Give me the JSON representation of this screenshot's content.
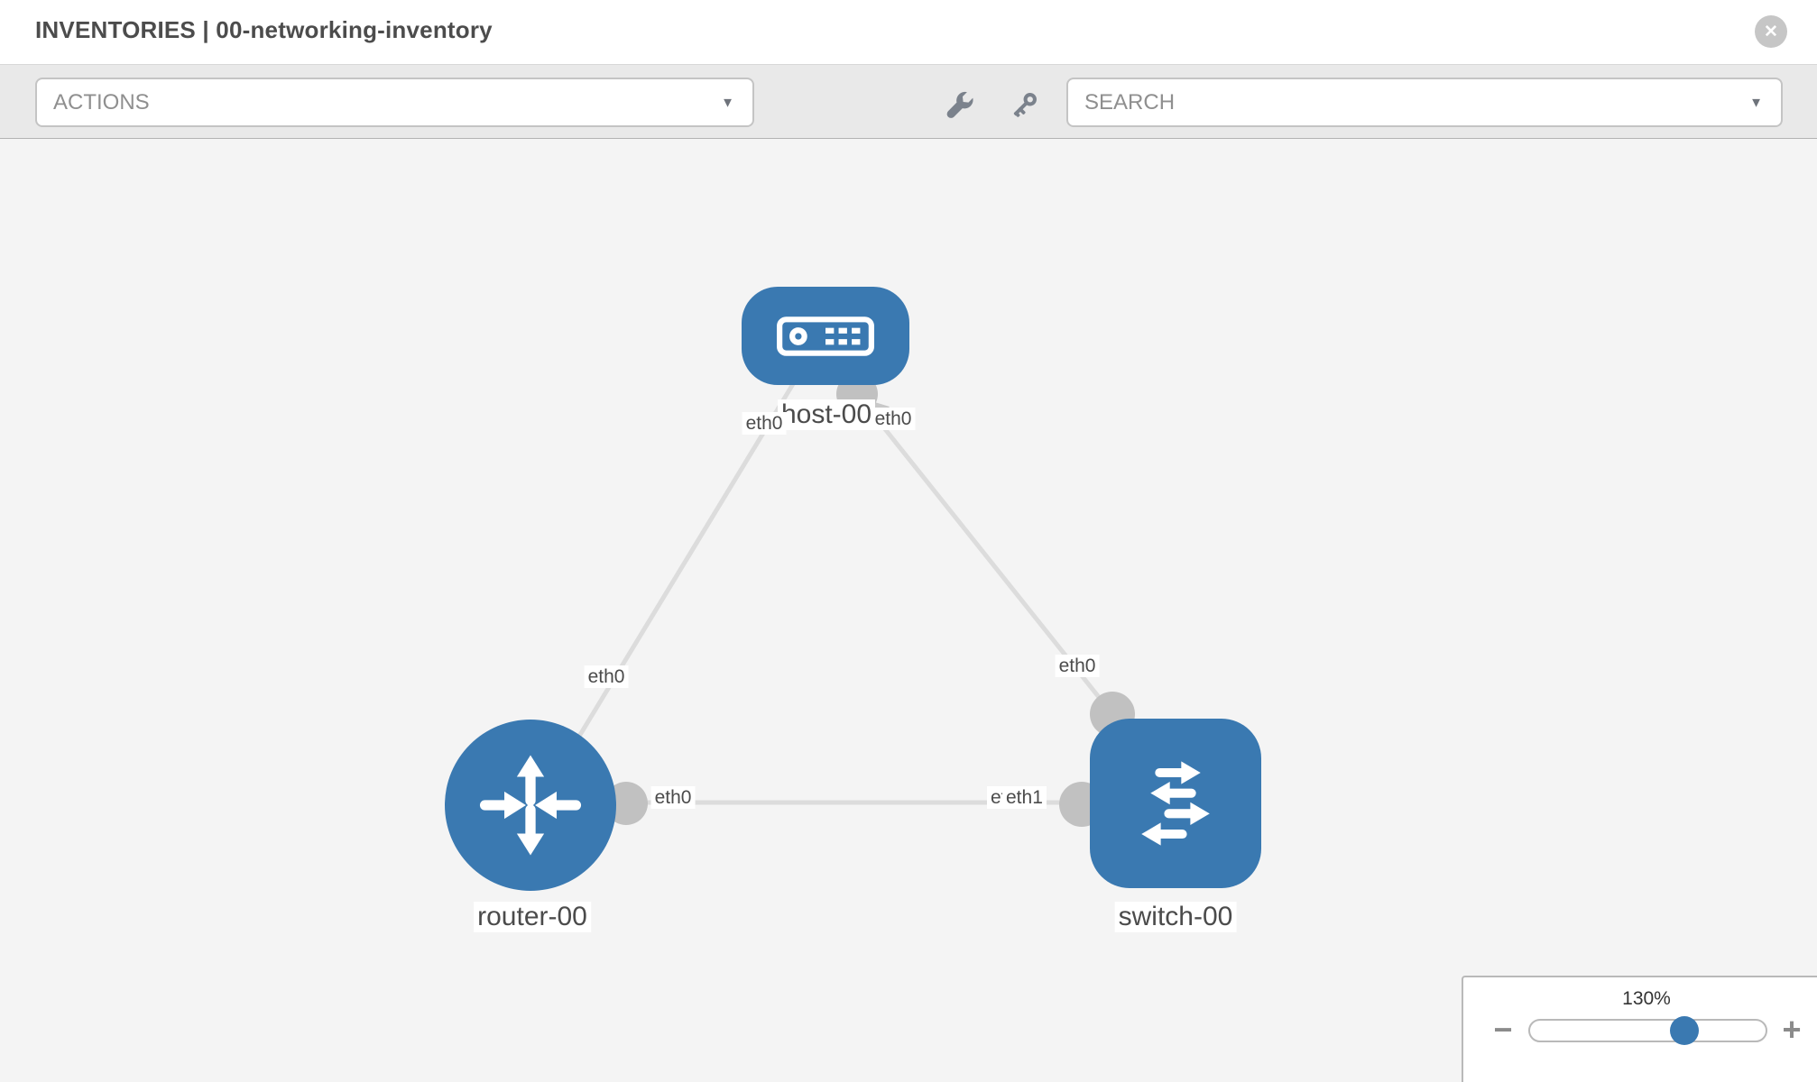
{
  "header": {
    "title": "INVENTORIES | 00-networking-inventory",
    "close_glyph": "✕"
  },
  "toolbar": {
    "actions": {
      "placeholder": "ACTIONS",
      "caret": "▼"
    },
    "search": {
      "placeholder": "SEARCH",
      "caret": "▼"
    },
    "icons": {
      "wrench": "wrench-icon",
      "key": "key-icon"
    }
  },
  "topology": {
    "nodes": [
      {
        "id": "host-00",
        "type": "host",
        "label": "host-00"
      },
      {
        "id": "router-00",
        "type": "router",
        "label": "router-00"
      },
      {
        "id": "switch-00",
        "type": "switch",
        "label": "switch-00"
      }
    ],
    "links": [
      {
        "from": "host-00",
        "to": "router-00"
      },
      {
        "from": "host-00",
        "to": "switch-00"
      },
      {
        "from": "router-00",
        "to": "switch-00"
      }
    ],
    "interface_labels": {
      "host_router_host_end": "eth0",
      "host_router_router_end": "eth0",
      "host_switch_host_end": "eth0",
      "host_switch_switch_end": "eth0",
      "router_switch_router_end": "eth0",
      "router_switch_switch_end_back": "eth0",
      "router_switch_switch_end_front": "eth1"
    }
  },
  "zoom_control": {
    "value": "130%",
    "minus_glyph": "−",
    "plus_glyph": "+"
  },
  "colors": {
    "node_blue": "#3a79b1",
    "link_gray": "#dcdcdc",
    "endpoint_gray": "#c1c1c1",
    "canvas_bg": "#f4f4f4",
    "toolbar_bg": "#e9e9e9"
  }
}
